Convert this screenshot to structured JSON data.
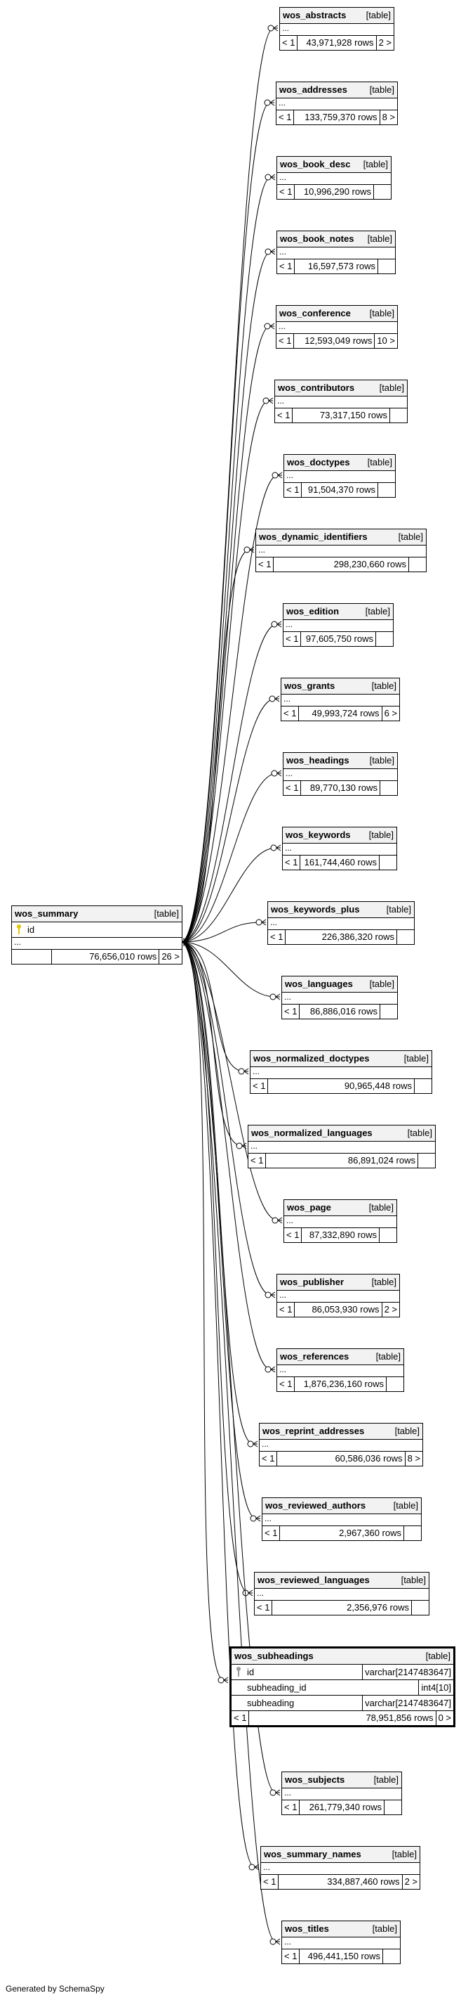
{
  "summary": {
    "name": "wos_summary",
    "type_label": "[table]",
    "column": "id",
    "ellipsis": "...",
    "rows": "76,656,010 rows",
    "children": "26 >"
  },
  "tables": [
    {
      "name": "wos_abstracts",
      "type_label": "[table]",
      "ellipsis": "...",
      "parent": "< 1",
      "rows": "43,971,928 rows",
      "children": "2 >"
    },
    {
      "name": "wos_addresses",
      "type_label": "[table]",
      "ellipsis": "...",
      "parent": "< 1",
      "rows": "133,759,370 rows",
      "children": "8 >"
    },
    {
      "name": "wos_book_desc",
      "type_label": "[table]",
      "ellipsis": "...",
      "parent": "< 1",
      "rows": "10,996,290 rows",
      "children": ""
    },
    {
      "name": "wos_book_notes",
      "type_label": "[table]",
      "ellipsis": "...",
      "parent": "< 1",
      "rows": "16,597,573 rows",
      "children": ""
    },
    {
      "name": "wos_conference",
      "type_label": "[table]",
      "ellipsis": "...",
      "parent": "< 1",
      "rows": "12,593,049 rows",
      "children": "10 >"
    },
    {
      "name": "wos_contributors",
      "type_label": "[table]",
      "ellipsis": "...",
      "parent": "< 1",
      "rows": "73,317,150 rows",
      "children": ""
    },
    {
      "name": "wos_doctypes",
      "type_label": "[table]",
      "ellipsis": "...",
      "parent": "< 1",
      "rows": "91,504,370 rows",
      "children": ""
    },
    {
      "name": "wos_dynamic_identifiers",
      "type_label": "[table]",
      "ellipsis": "...",
      "parent": "< 1",
      "rows": "298,230,660 rows",
      "children": ""
    },
    {
      "name": "wos_edition",
      "type_label": "[table]",
      "ellipsis": "...",
      "parent": "< 1",
      "rows": "97,605,750 rows",
      "children": ""
    },
    {
      "name": "wos_grants",
      "type_label": "[table]",
      "ellipsis": "...",
      "parent": "< 1",
      "rows": "49,993,724 rows",
      "children": "6 >"
    },
    {
      "name": "wos_headings",
      "type_label": "[table]",
      "ellipsis": "...",
      "parent": "< 1",
      "rows": "89,770,130 rows",
      "children": ""
    },
    {
      "name": "wos_keywords",
      "type_label": "[table]",
      "ellipsis": "...",
      "parent": "< 1",
      "rows": "161,744,460 rows",
      "children": ""
    },
    {
      "name": "wos_keywords_plus",
      "type_label": "[table]",
      "ellipsis": "...",
      "parent": "< 1",
      "rows": "226,386,320 rows",
      "children": ""
    },
    {
      "name": "wos_languages",
      "type_label": "[table]",
      "ellipsis": "...",
      "parent": "< 1",
      "rows": "86,886,016 rows",
      "children": ""
    },
    {
      "name": "wos_normalized_doctypes",
      "type_label": "[table]",
      "ellipsis": "...",
      "parent": "< 1",
      "rows": "90,965,448 rows",
      "children": ""
    },
    {
      "name": "wos_normalized_languages",
      "type_label": "[table]",
      "ellipsis": "...",
      "parent": "< 1",
      "rows": "86,891,024 rows",
      "children": ""
    },
    {
      "name": "wos_page",
      "type_label": "[table]",
      "ellipsis": "...",
      "parent": "< 1",
      "rows": "87,332,890 rows",
      "children": ""
    },
    {
      "name": "wos_publisher",
      "type_label": "[table]",
      "ellipsis": "...",
      "parent": "< 1",
      "rows": "86,053,930 rows",
      "children": "2 >"
    },
    {
      "name": "wos_references",
      "type_label": "[table]",
      "ellipsis": "...",
      "parent": "< 1",
      "rows": "1,876,236,160 rows",
      "children": ""
    },
    {
      "name": "wos_reprint_addresses",
      "type_label": "[table]",
      "ellipsis": "...",
      "parent": "< 1",
      "rows": "60,586,036 rows",
      "children": "8 >"
    },
    {
      "name": "wos_reviewed_authors",
      "type_label": "[table]",
      "ellipsis": "...",
      "parent": "< 1",
      "rows": "2,967,360 rows",
      "children": ""
    },
    {
      "name": "wos_reviewed_languages",
      "type_label": "[table]",
      "ellipsis": "...",
      "parent": "< 1",
      "rows": "2,356,976 rows",
      "children": ""
    },
    {
      "name": "wos_subheadings",
      "type_label": "[table]",
      "focus": true,
      "columns": [
        {
          "name": "id",
          "type": "varchar[2147483647]",
          "key": true
        },
        {
          "name": "subheading_id",
          "type": "int4[10]",
          "key": false
        },
        {
          "name": "subheading",
          "type": "varchar[2147483647]",
          "key": false
        }
      ],
      "parent": "< 1",
      "rows": "78,951,856 rows",
      "children": "0 >"
    },
    {
      "name": "wos_subjects",
      "type_label": "[table]",
      "ellipsis": "...",
      "parent": "< 1",
      "rows": "261,779,340 rows",
      "children": ""
    },
    {
      "name": "wos_summary_names",
      "type_label": "[table]",
      "ellipsis": "...",
      "parent": "< 1",
      "rows": "334,887,460 rows",
      "children": "2 >"
    },
    {
      "name": "wos_titles",
      "type_label": "[table]",
      "ellipsis": "...",
      "parent": "< 1",
      "rows": "496,441,150 rows",
      "children": ""
    }
  ],
  "footer": "Generated by SchemaSpy",
  "colors": {
    "edge": "#000000",
    "header": "#f2f2f2",
    "key": "#e8c400"
  }
}
